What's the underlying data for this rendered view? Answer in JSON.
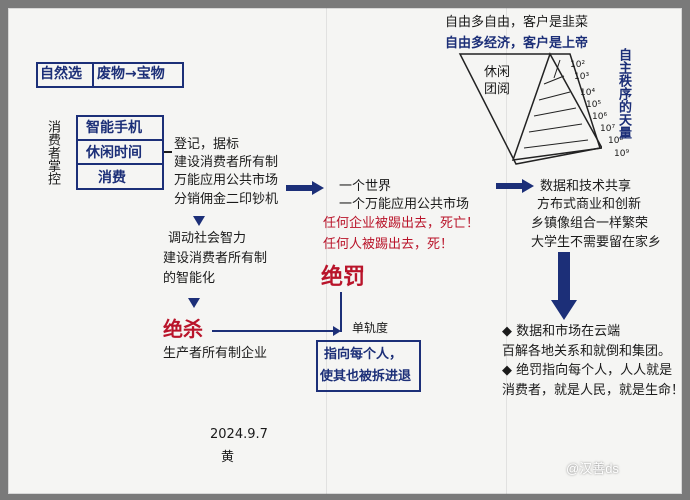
{
  "header": {
    "left": "自然选",
    "right": "废物→宝物"
  },
  "left_panel": {
    "vertical_label": "消费者掌控",
    "boxes": [
      "智能手机",
      "休闲时间",
      "消费"
    ],
    "notes": [
      "登记，据标",
      "建设消费者所有制",
      "万能应用公共市场",
      "分销佣金二印钞机"
    ],
    "mid_notes": [
      "调动社会智力",
      "建设消费者所有制",
      "的智能化"
    ],
    "extinction": "绝杀",
    "extinction_note": "生产者所有制企业",
    "date": "2024.9.7",
    "signature": "黄"
  },
  "center_panel": {
    "world": "一个世界",
    "market": "一个万能应用公共市场",
    "red_lines": [
      "任何企业被踢出去，死亡！",
      "任何人被踢出去，死！"
    ],
    "jueba": "绝罚",
    "single_system": "单轨度",
    "box_lines": [
      "指向每个人，",
      "使其也被拆进退"
    ]
  },
  "right_panel": {
    "top_lines": [
      "自由多自由，客户是韭菜",
      "自由多经济，客户是上帝"
    ],
    "pyramid_labels": [
      "休闲",
      "团阅"
    ],
    "side_vertical": "自主秩序的天量",
    "scale_numbers": [
      "10²",
      "10³",
      "10⁴",
      "10⁵",
      "10⁶",
      "10⁷",
      "10⁸",
      "10⁹"
    ],
    "arrow_lines": [
      "数据和技术共享",
      "方布式商业和创新",
      "乡镇像组合一样繁荣",
      "大学生不需要留在家乡"
    ],
    "bottom_lines": [
      "◆ 数据和市场在云端",
      "百解各地关系和就倒和集团。",
      "◆ 绝罚指向每个人，人人就是",
      "消费者，就是人民，就是生命！"
    ]
  },
  "watermark": "@汉善ds",
  "colors": {
    "ink_blue": "#1c2f78",
    "ink_red": "#b9142a",
    "ink_black": "#1a1a1a",
    "paper": "#f5f5f3"
  }
}
